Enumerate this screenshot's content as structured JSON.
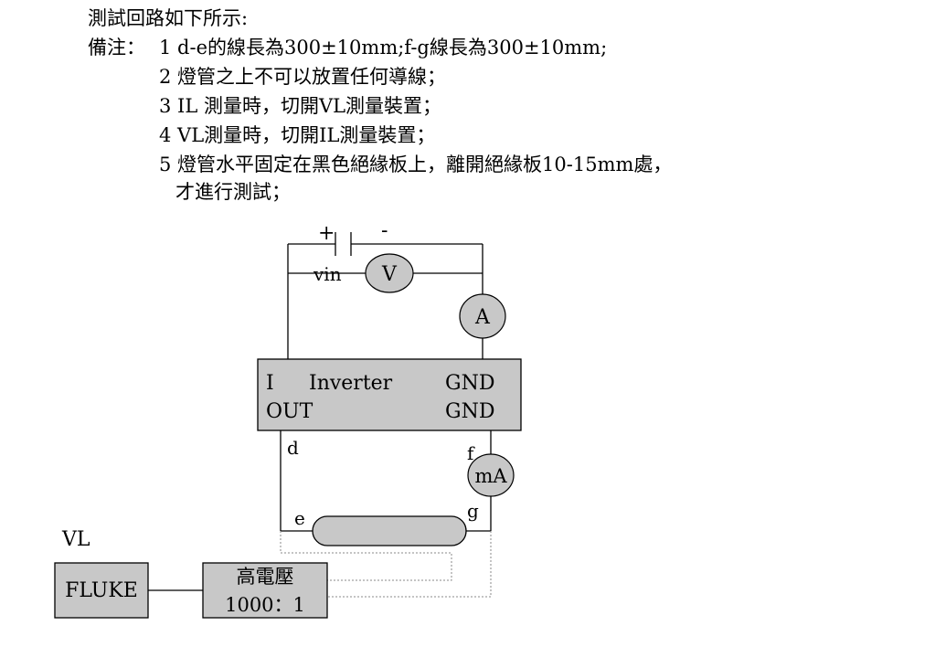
{
  "notes": {
    "heading": "測試回路如下所示:",
    "prefix": "備注：",
    "items": [
      "1 d-e的線長為300±10mm;f-g線長為300±10mm;",
      "2 燈管之上不可以放置任何導線；",
      "3 IL 測量時，切開VL測量裝置；",
      "4 VL測量時，切開IL測量裝置；",
      "5 燈管水平固定在黑色絕緣板上，離開絕緣板10-15mm處，",
      "才進行測試；"
    ]
  },
  "diagram": {
    "plus": "+",
    "minus": "-",
    "vin": "vin",
    "voltmeter": "V",
    "ammeter": "A",
    "inverter_i": "I",
    "inverter_name": "Inverter",
    "inverter_gnd1": "GND",
    "inverter_out": "OUT",
    "inverter_gnd2": "GND",
    "node_d": "d",
    "node_f": "f",
    "milliammeter": "mA",
    "node_e": "e",
    "node_g": "g",
    "vl_label": "VL",
    "fluke": "FLUKE",
    "hv_title": "高電壓",
    "hv_ratio": "1000：1"
  },
  "colors": {
    "box_fill": "#c8c8c8",
    "stroke": "#000000",
    "dotted": "#8a8a8a"
  }
}
